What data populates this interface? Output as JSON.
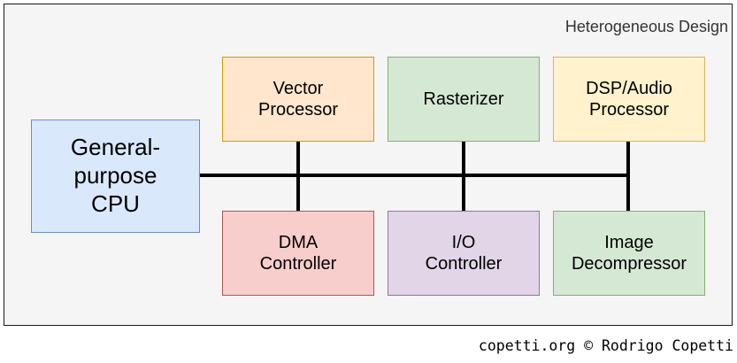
{
  "diagram": {
    "title": "Heterogeneous Design",
    "footer": "copetti.org © Rodrigo Copetti",
    "nodes": {
      "cpu": {
        "label": "General-\npurpose\nCPU",
        "fill": "#dae8fc",
        "stroke": "#6c8ebf"
      },
      "vector_processor": {
        "label": "Vector\nProcessor",
        "fill": "#ffe6cc",
        "stroke": "#d79b00"
      },
      "rasterizer": {
        "label": "Rasterizer",
        "fill": "#d5e8d4",
        "stroke": "#82b366"
      },
      "dsp_audio": {
        "label": "DSP/Audio\nProcessor",
        "fill": "#fff2cc",
        "stroke": "#d6b656"
      },
      "dma_controller": {
        "label": "DMA\nController",
        "fill": "#f8cecc",
        "stroke": "#b85450"
      },
      "io_controller": {
        "label": "I/O\nController",
        "fill": "#e1d5e7",
        "stroke": "#9673a6"
      },
      "image_decompressor": {
        "label": "Image\nDecompressor",
        "fill": "#d5e8d4",
        "stroke": "#82b366"
      }
    },
    "connections": [
      [
        "cpu",
        "bus"
      ],
      [
        "vector_processor",
        "bus"
      ],
      [
        "rasterizer",
        "bus"
      ],
      [
        "dsp_audio",
        "bus"
      ],
      [
        "dma_controller",
        "bus"
      ],
      [
        "io_controller",
        "bus"
      ],
      [
        "image_decompressor",
        "bus"
      ]
    ]
  }
}
